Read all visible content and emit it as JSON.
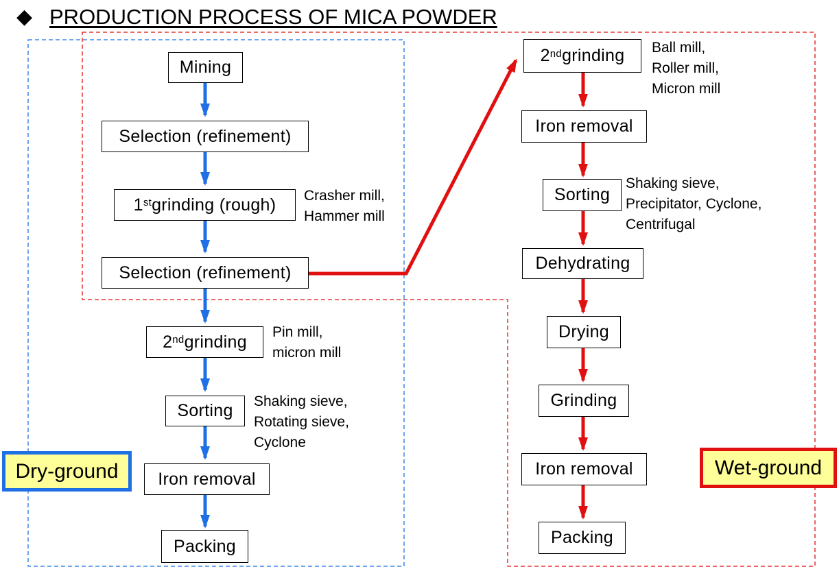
{
  "title": "PRODUCTION PROCESS OF MICA POWDER",
  "title_bullet": "◆",
  "colors": {
    "dry": "#1f6fe5",
    "wet": "#e01010",
    "label_fill": "#ffff99"
  },
  "dry": {
    "label": "Dry-ground",
    "steps": [
      {
        "text": "Mining"
      },
      {
        "text": "Selection (refinement)"
      },
      {
        "pre": "1",
        "sup": "st",
        "post": " grinding (rough)"
      },
      {
        "text": "Selection (refinement)"
      },
      {
        "pre": "2",
        "sup": "nd",
        "post": " grinding"
      },
      {
        "text": "Sorting"
      },
      {
        "text": "Iron removal"
      },
      {
        "text": "Packing"
      }
    ],
    "notes": {
      "first_grinding": [
        "Crasher mill,",
        "Hammer mill"
      ],
      "second_grinding": [
        "Pin mill,",
        "micron mill"
      ],
      "sorting": [
        "Shaking sieve,",
        "Rotating sieve,",
        "Cyclone"
      ]
    }
  },
  "wet": {
    "label": "Wet-ground",
    "steps": [
      {
        "pre": "2",
        "sup": "nd",
        "post": " grinding"
      },
      {
        "text": "Iron removal"
      },
      {
        "text": "Sorting"
      },
      {
        "text": "Dehydrating"
      },
      {
        "text": "Drying"
      },
      {
        "text": "Grinding"
      },
      {
        "text": "Iron removal"
      },
      {
        "text": "Packing"
      }
    ],
    "notes": {
      "second_grinding": [
        "Ball mill,",
        "Roller mill,",
        "Micron mill"
      ],
      "sorting": [
        "Shaking sieve,",
        "Precipitator, Cyclone,",
        "Centrifugal"
      ]
    }
  }
}
